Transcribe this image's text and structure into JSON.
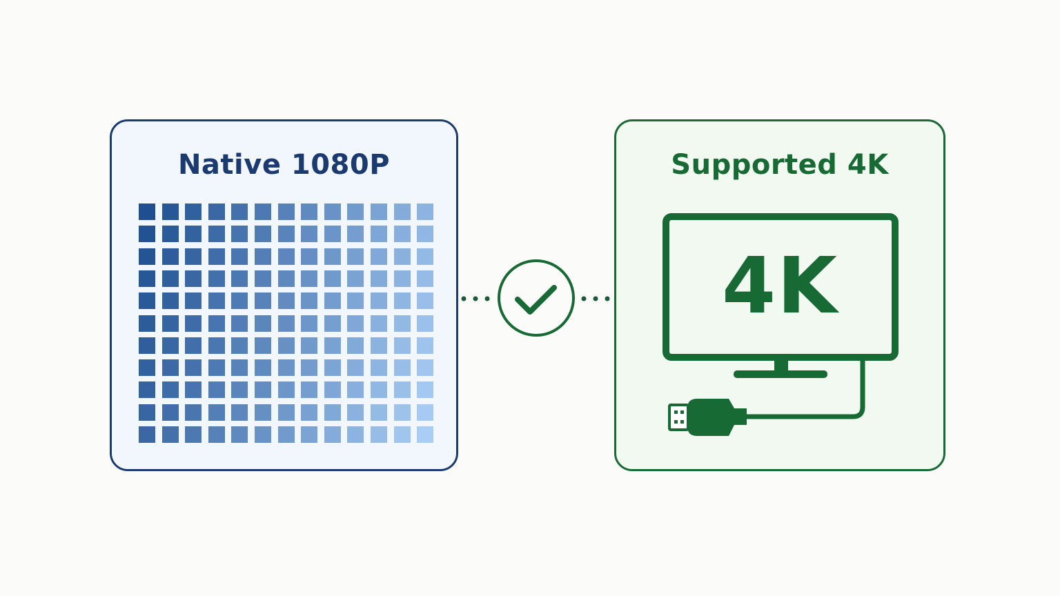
{
  "native": {
    "title": "Native 1080P",
    "border_color": "#1b3a6f",
    "pixel_grid": {
      "rows": 11,
      "cols": 13,
      "color_dark": "#1f4f91",
      "color_light": "#a9cdf5"
    }
  },
  "supported": {
    "title": "Supported 4K",
    "border_color": "#186a35",
    "tv_label": "4K",
    "icons": [
      "monitor-icon",
      "hdmi-cable-icon"
    ]
  },
  "connector": {
    "icon": "checkmark-circle-icon",
    "color": "#186a35",
    "dot_color": "#1a5a3a"
  }
}
